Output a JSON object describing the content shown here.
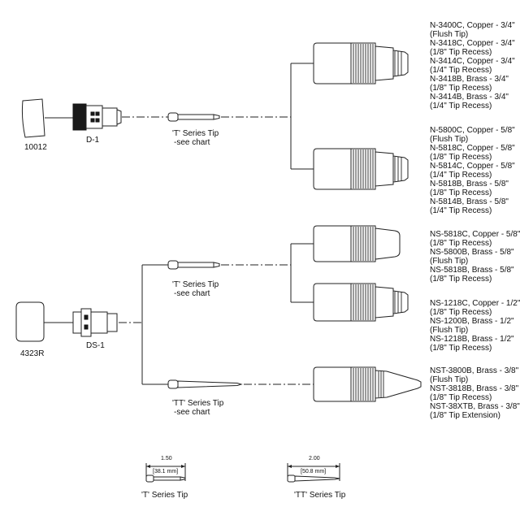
{
  "parts": {
    "p10012": "10012",
    "d1": "D-1",
    "p4323r": "4323R",
    "ds1": "DS-1"
  },
  "tips": {
    "t_upper": [
      "'T' Series Tip",
      "-see chart"
    ],
    "t_lower": [
      "'T' Series Tip",
      "-see chart"
    ],
    "tt_lower": [
      "'TT' Series Tip",
      "-see chart"
    ]
  },
  "nozzles": {
    "group1": [
      "N-3400C, Copper - 3/4\"",
      "(Flush Tip)",
      "N-3418C, Copper - 3/4\"",
      "(1/8\" Tip Recess)",
      "N-3414C, Copper - 3/4\"",
      "(1/4\" Tip Recess)",
      "N-3418B, Brass - 3/4\"",
      "(1/8\" Tip Recess)",
      "N-3414B, Brass - 3/4\"",
      "(1/4\" Tip Recess)"
    ],
    "group2": [
      "N-5800C, Copper - 5/8\"",
      "(Flush Tip)",
      "N-5818C, Copper - 5/8\"",
      "(1/8\" Tip Recess)",
      "N-5814C, Copper - 5/8\"",
      "(1/4\" Tip Recess)",
      "N-5818B, Brass - 5/8\"",
      "(1/8\" Tip Recess)",
      "N-5814B, Brass - 5/8\"",
      "(1/4\" Tip Recess)"
    ],
    "group3": [
      "NS-5818C, Copper - 5/8\"",
      "(1/8\" Tip Recess)",
      "NS-5800B, Brass - 5/8\"",
      "(Flush Tip)",
      "NS-5818B, Brass - 5/8\"",
      "(1/8\" Tip Recess)"
    ],
    "group4": [
      "NS-1218C, Copper - 1/2\"",
      "(1/8\" Tip Recess)",
      "NS-1200B, Brass - 1/2\"",
      "(Flush Tip)",
      "NS-1218B, Brass - 1/2\"",
      "(1/8\" Tip Recess)"
    ],
    "group5": [
      "NST-3800B, Brass - 3/8\"",
      "(Flush Tip)",
      "NST-3818B, Brass - 3/8\"",
      "(1/8\" Tip Recess)",
      "NST-38XTB, Brass - 3/8\"",
      "(1/8\" Tip Extension)"
    ]
  },
  "dimensions": {
    "t_in": "1.50",
    "t_mm": "[38.1 mm]",
    "t_caption": "'T' Series Tip",
    "tt_in": "2.00",
    "tt_mm": "[50.8 mm]",
    "tt_caption": "'TT' Series Tip"
  }
}
